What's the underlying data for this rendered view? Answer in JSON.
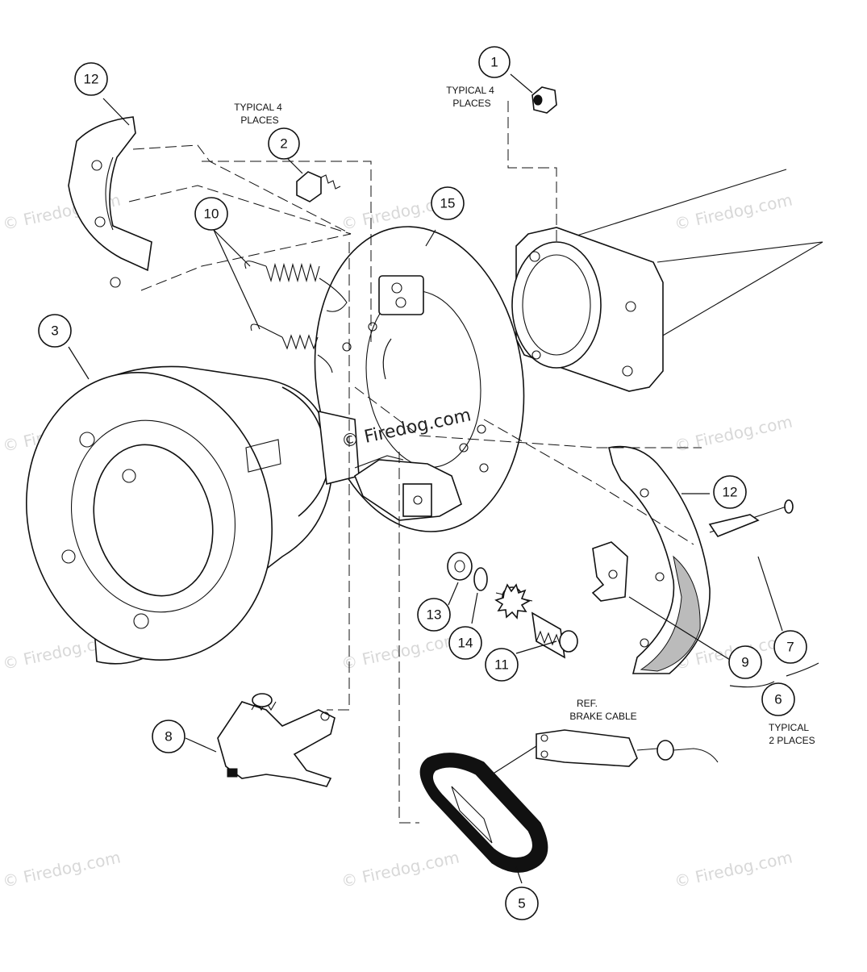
{
  "diagram": {
    "callouts": [
      {
        "id": "1",
        "label": "1"
      },
      {
        "id": "2",
        "label": "2"
      },
      {
        "id": "3",
        "label": "3"
      },
      {
        "id": "5",
        "label": "5"
      },
      {
        "id": "6",
        "label": "6"
      },
      {
        "id": "7",
        "label": "7"
      },
      {
        "id": "8",
        "label": "8"
      },
      {
        "id": "9",
        "label": "9"
      },
      {
        "id": "10",
        "label": "10"
      },
      {
        "id": "11",
        "label": "11"
      },
      {
        "id": "12a",
        "label": "12"
      },
      {
        "id": "12b",
        "label": "12"
      },
      {
        "id": "13",
        "label": "13"
      },
      {
        "id": "14",
        "label": "14"
      },
      {
        "id": "15",
        "label": "15"
      }
    ],
    "notes": {
      "typical4_part2_line1": "TYPICAL 4",
      "typical4_part2_line2": "PLACES",
      "typical4_part1_line1": "TYPICAL 4",
      "typical4_part1_line2": "PLACES",
      "ref_cable_line1": "REF.",
      "ref_cable_line2": "BRAKE CABLE",
      "typical2_line1": "TYPICAL",
      "typical2_line2": "2 PLACES"
    },
    "watermark": "© Firedog.com"
  }
}
